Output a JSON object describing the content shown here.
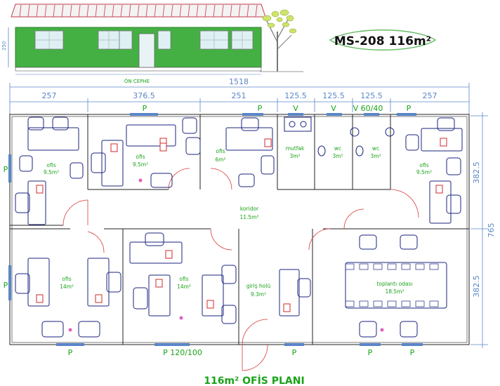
{
  "header": {
    "model_label": "MS-208 116m²"
  },
  "facade": {
    "label": "ÖN CEPHE",
    "height_dim": "250"
  },
  "dimensions": {
    "total": "1518",
    "segments": [
      "257",
      "376.5",
      "251",
      "125.5",
      "125.5",
      "125.5",
      "257"
    ],
    "right_top": "382.5",
    "right_total": "765",
    "right_bottom": "382.5"
  },
  "rooms": [
    {
      "name": "ofis",
      "area": "9.5m²"
    },
    {
      "name": "ofis",
      "area": "9.5m²"
    },
    {
      "name": "ofis",
      "area": "6m²"
    },
    {
      "name": "mutfak",
      "area": "3m²"
    },
    {
      "name": "wc",
      "area": "3m²"
    },
    {
      "name": "wc",
      "area": "3m²"
    },
    {
      "name": "ofis",
      "area": "9.5m²"
    },
    {
      "name": "koridor",
      "area": "11.5m²"
    },
    {
      "name": "ofis",
      "area": "14m²"
    },
    {
      "name": "ofis",
      "area": "14m²"
    },
    {
      "name": "giriş holü",
      "area": "9.3m²"
    },
    {
      "name": "toplantı odası",
      "area": "18.5m²"
    }
  ],
  "marks": {
    "p": "P",
    "v": "V",
    "v6040": "V 60/40",
    "p120100": "P 120/100"
  },
  "footer": {
    "title": "116m² OFİS PLANI"
  },
  "colors": {
    "roof": "#e04a5a",
    "wall": "#3fae3f",
    "dim": "#5a86c8",
    "label": "#1aa31a",
    "furniture": "#1a237e"
  }
}
